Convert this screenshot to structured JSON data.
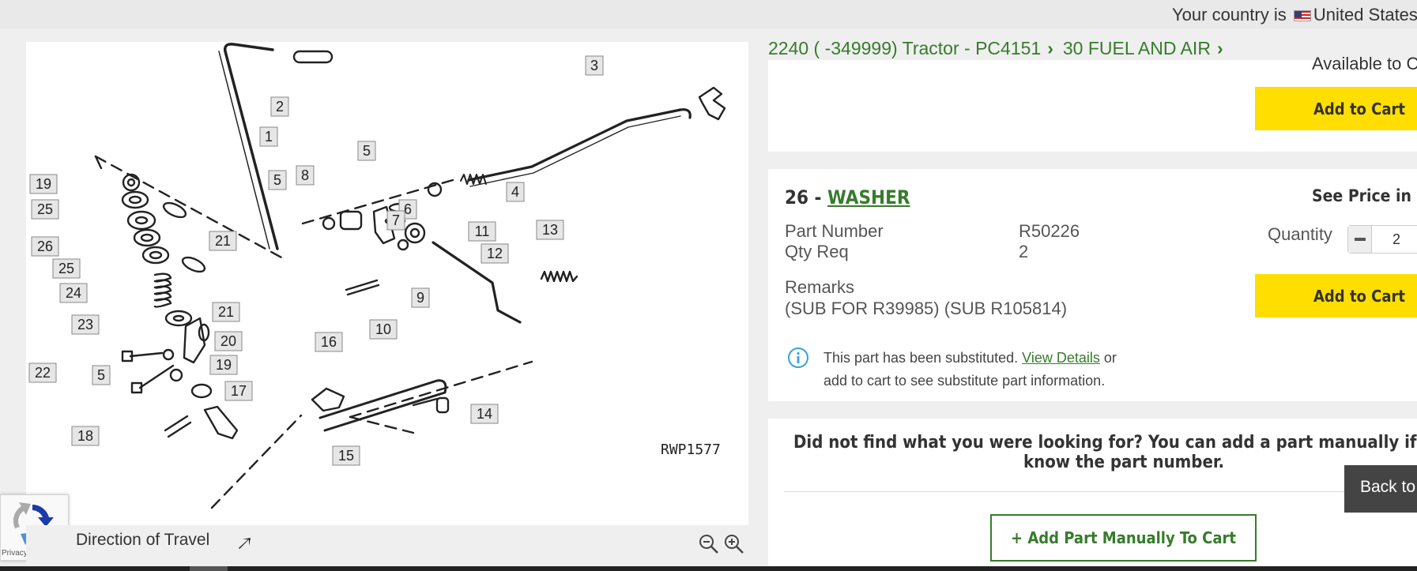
{
  "topbar": {
    "country_prefix": "Your country is",
    "country_name": "United States"
  },
  "diagram": {
    "figure_code": "RWP1577",
    "callouts": [
      "1",
      "2",
      "3",
      "4",
      "5",
      "5",
      "6",
      "7",
      "8",
      "9",
      "10",
      "11",
      "12",
      "13",
      "14",
      "15",
      "16",
      "17",
      "18",
      "19",
      "19",
      "20",
      "21",
      "21",
      "22",
      "23",
      "24",
      "25",
      "25",
      "26",
      "5"
    ],
    "direction_label": "Direction of Travel",
    "zoom_out_icon": "zoom-out-icon",
    "zoom_in_icon": "zoom-in-icon"
  },
  "recaptcha": {
    "links": "Privacy - Terms"
  },
  "breadcrumb": {
    "items": [
      "2240 ( -349999) Tractor - PC4151",
      "30 FUEL AND AIR"
    ],
    "separator": "chevron-right-icon"
  },
  "card_prev": {
    "availability_partial": "Available to C",
    "add_to_cart": "Add to Cart"
  },
  "part": {
    "index": "26 -",
    "name": "WASHER",
    "see_price": "See Price in",
    "part_number_label": "Part Number",
    "part_number": "R50226",
    "qty_req_label": "Qty Req",
    "qty_req": "2",
    "remarks_label": "Remarks",
    "remarks": "(SUB FOR R39985) (SUB R105814)",
    "quantity_label": "Quantity",
    "quantity_value": "2",
    "add_to_cart": "Add to Cart",
    "info_text_1": "This part has been substituted.",
    "info_link": "View Details",
    "info_text_2": "or",
    "info_text_3": "add to cart to see substitute part information."
  },
  "manual": {
    "message": "Did not find what you were looking for? You can add a part manually if you know the part number.",
    "button": "+ Add Part Manually To Cart"
  },
  "back_to_top": "Back to",
  "colors": {
    "brand_green": "#367c2b",
    "cta_yellow": "#ffde00",
    "dark_button": "#444444"
  }
}
